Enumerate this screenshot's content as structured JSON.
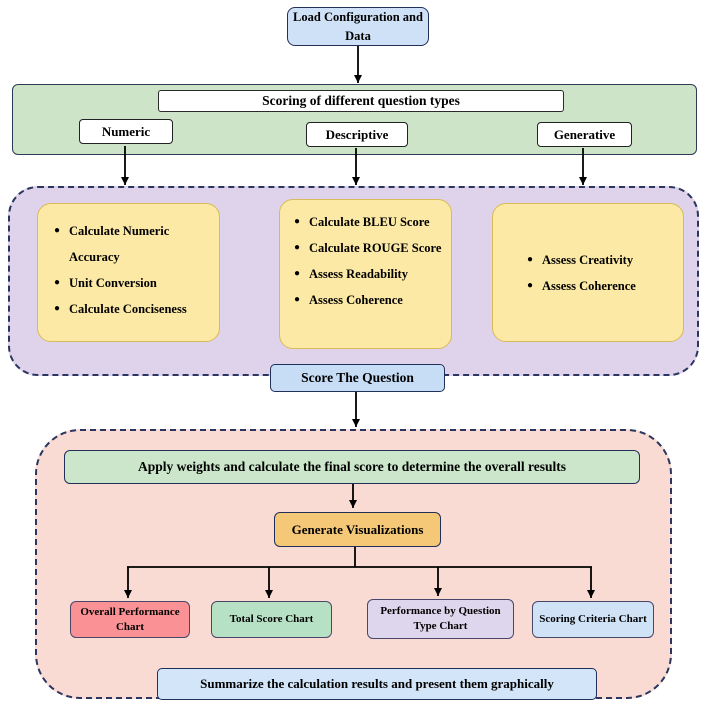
{
  "nodes": {
    "load_config": {
      "label": "Load Configuration and Data"
    },
    "scoring_section": {
      "header": "Scoring of different question types",
      "types": [
        {
          "label": "Numeric"
        },
        {
          "label": "Descriptive"
        },
        {
          "label": "Generative"
        }
      ]
    },
    "criteria_section": {
      "numeric": {
        "items": [
          "Calculate Numeric Accuracy",
          "Unit Conversion",
          "Calculate Conciseness"
        ]
      },
      "descriptive": {
        "items": [
          "Calculate BLEU Score",
          "Calculate ROUGE Score",
          "Assess Readability",
          "Assess Coherence"
        ]
      },
      "generative": {
        "items": [
          "Assess Creativity",
          "Assess Coherence"
        ]
      },
      "score_question": {
        "label": "Score The Question"
      }
    },
    "results_section": {
      "apply_weights": {
        "label": "Apply weights and calculate the final score to determine the overall results"
      },
      "generate_viz": {
        "label": "Generate Visualizations"
      },
      "charts": [
        {
          "label": "Overall Performance Chart"
        },
        {
          "label": "Total Score Chart"
        },
        {
          "label": "Performance by Question Type Chart"
        },
        {
          "label": "Scoring Criteria Chart"
        }
      ],
      "summarize": {
        "label": "Summarize the calculation results and present them graphically"
      }
    }
  },
  "colors": {
    "load_config_fill": "#cfe1f7",
    "green_section_fill": "#cde4c8",
    "purple_section_fill": "#ded3ea",
    "pink_section_fill": "#fadbd3",
    "criteria_fill": "#fce9a5",
    "score_question_fill": "#c7ddf6",
    "apply_weights_fill": "#cbe6cb",
    "generate_viz_fill": "#f5c878",
    "chart_fills": [
      "#fa9295",
      "#b6e1c5",
      "#ded6ec",
      "#cfe2f6"
    ],
    "summarize_fill": "#d3e5f8",
    "dashed_border": "#2a3560",
    "arrow_color": "#000000"
  }
}
